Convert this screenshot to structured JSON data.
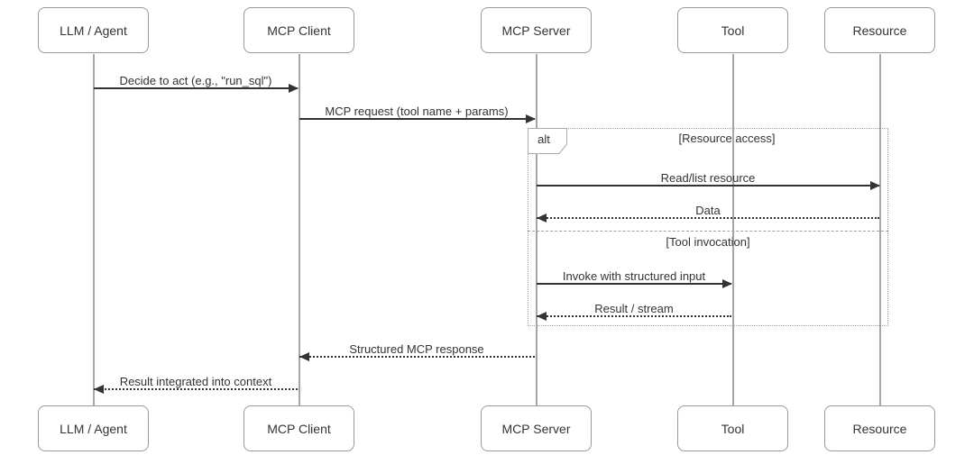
{
  "diagram": {
    "type": "sequence-diagram",
    "actors": [
      {
        "label": "LLM / Agent"
      },
      {
        "label": "MCP Client"
      },
      {
        "label": "MCP Server"
      },
      {
        "label": "Tool"
      },
      {
        "label": "Resource"
      }
    ],
    "messages": [
      {
        "label": "Decide to act (e.g., \"run_sql\")",
        "from": "LLM / Agent",
        "to": "MCP Client",
        "line": "solid",
        "direction": "right"
      },
      {
        "label": "MCP request (tool name + params)",
        "from": "MCP Client",
        "to": "MCP Server",
        "line": "solid",
        "direction": "right"
      },
      {
        "label": "Read/list resource",
        "from": "MCP Server",
        "to": "Resource",
        "line": "solid",
        "direction": "right"
      },
      {
        "label": "Data",
        "from": "Resource",
        "to": "MCP Server",
        "line": "dashed",
        "direction": "left"
      },
      {
        "label": "Invoke with structured input",
        "from": "MCP Server",
        "to": "Tool",
        "line": "solid",
        "direction": "right"
      },
      {
        "label": "Result / stream",
        "from": "Tool",
        "to": "MCP Server",
        "line": "dashed",
        "direction": "left"
      },
      {
        "label": "Structured MCP response",
        "from": "MCP Server",
        "to": "MCP Client",
        "line": "dashed",
        "direction": "left"
      },
      {
        "label": "Result integrated into context",
        "from": "MCP Client",
        "to": "LLM / Agent",
        "line": "dashed",
        "direction": "left"
      }
    ],
    "alt_frame": {
      "operator": "alt",
      "sections": [
        {
          "condition": "[Resource access]"
        },
        {
          "condition": "[Tool invocation]"
        }
      ]
    },
    "colors": {
      "background": "#ffffff",
      "message_line": "#333333",
      "text": "#333333",
      "actor_border": "#999999",
      "lifeline": "#a6a6a6",
      "frame_border": "#a0a0a0"
    }
  }
}
